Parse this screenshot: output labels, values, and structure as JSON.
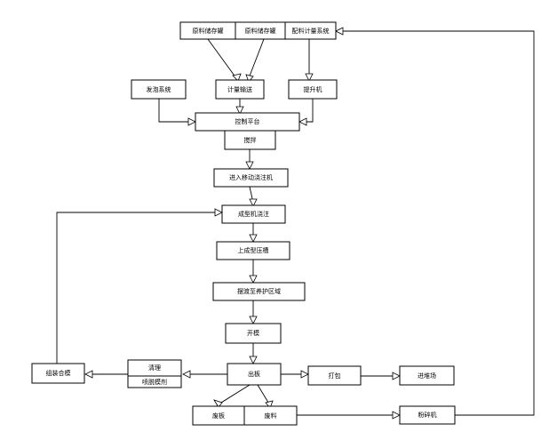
{
  "nodes": {
    "raw_tank_1": "原料储存罐",
    "raw_tank_2": "原料储存罐",
    "batching_system": "配料计量系统",
    "foaming_system": "发泡系统",
    "metering_conveyor": "计量输送",
    "elevator": "提升机",
    "control_platform": "控制平台",
    "mixing": "搅拌",
    "mobile_pouring": "进入移动浇注机",
    "mold_pouring": "成型机浇注",
    "forming_press": "上成型压槽",
    "curing_area": "摆渡至养护区域",
    "demolding": "开模",
    "board_out": "出板",
    "cleaning": "清理",
    "release_agent": "喷脱模剂",
    "assemble_mold": "组装合模",
    "packing": "打包",
    "to_yard": "进堆场",
    "waste_board": "废板",
    "waste_material": "废料",
    "crusher": "粉碎机"
  }
}
